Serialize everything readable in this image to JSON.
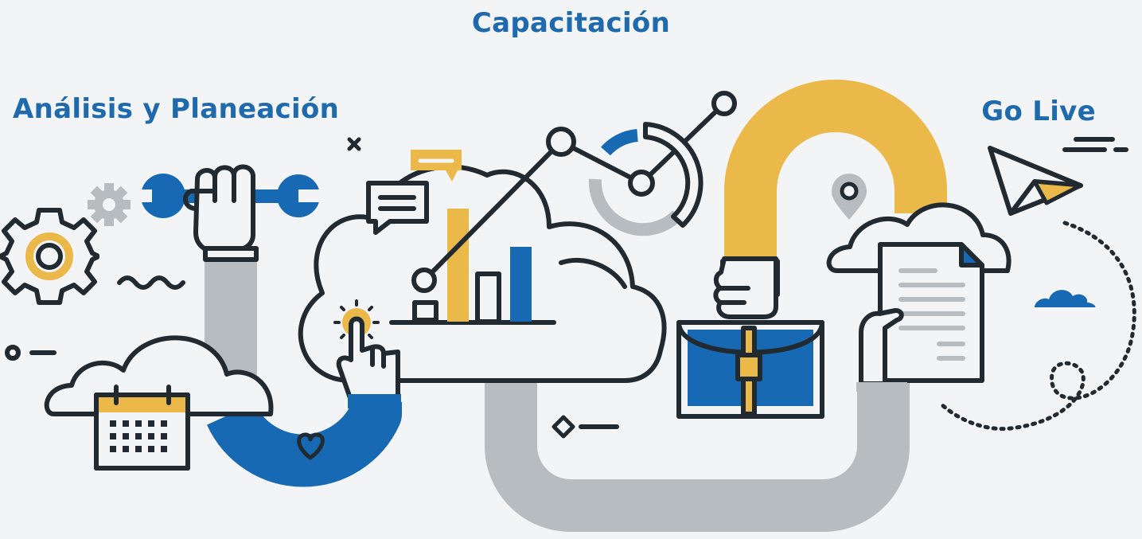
{
  "labels": {
    "analysis": "Análisis y Planeación",
    "training": "Capacitación",
    "go_live": "Go Live"
  },
  "colors": {
    "background": "#f3f4f6",
    "label_blue": "#1f69ad",
    "blue": "#1769b3",
    "yellow": "#ebb84a",
    "gray": "#b6bcbf",
    "outline": "#222a31"
  },
  "icons": [
    "gear-icon",
    "wrench-icon",
    "hand-icon",
    "cloud-icon",
    "calendar-icon",
    "chat-bubble-icon",
    "bar-chart-icon",
    "donut-chart-icon",
    "pointing-hand-icon",
    "heart-icon",
    "briefcase-icon",
    "location-pin-icon",
    "document-icon",
    "paper-plane-icon",
    "small-cloud-icon"
  ]
}
